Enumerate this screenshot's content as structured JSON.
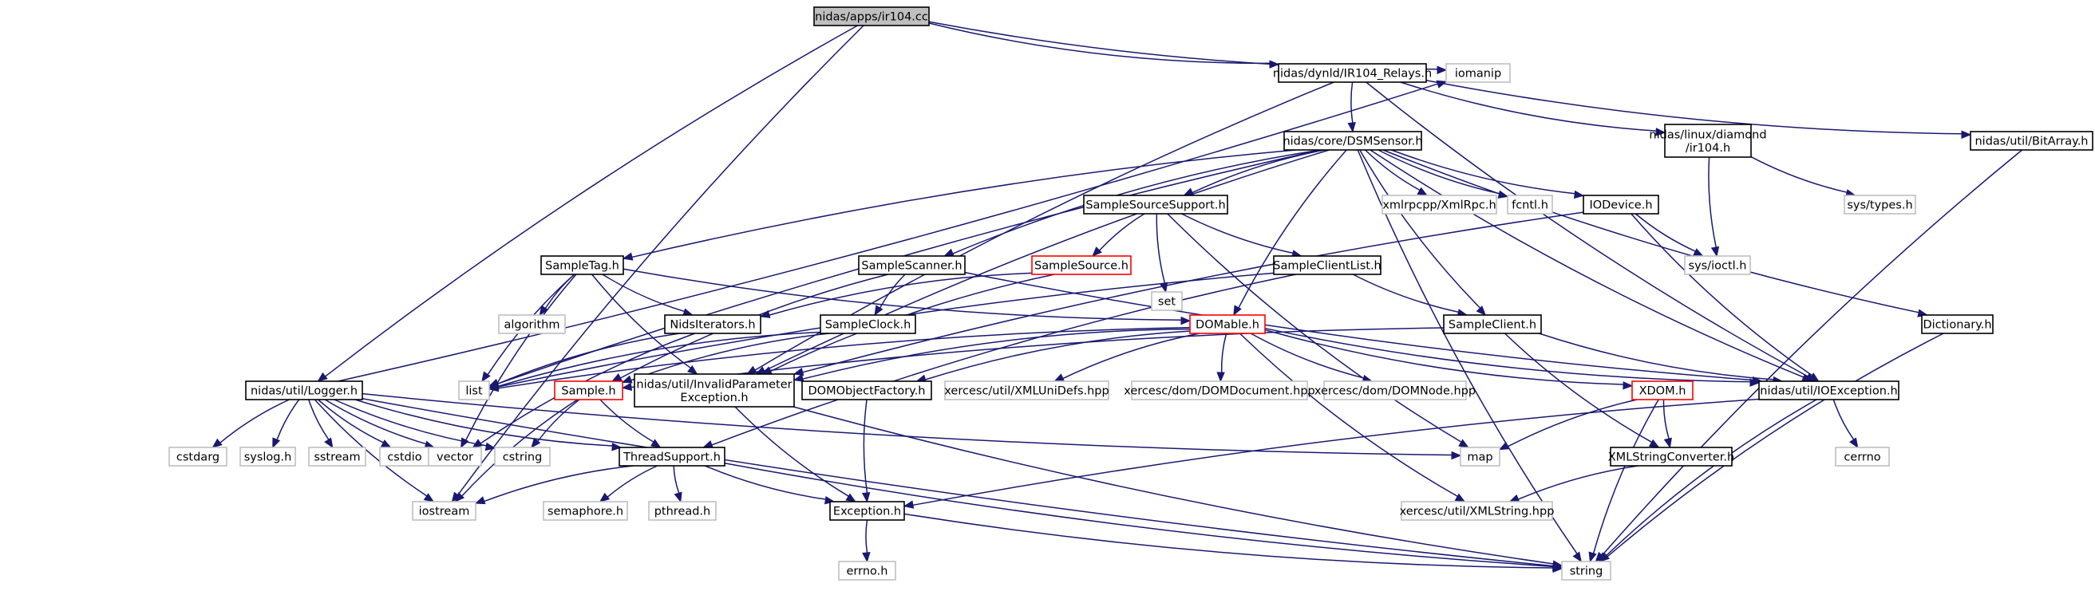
{
  "colors": {
    "edge": "#191970",
    "border_documented": "#000000",
    "border_undocumented": "#bfbfbf",
    "border_truncated": "#ff0000",
    "root_fill": "#bfbfbf"
  },
  "nodes": [
    {
      "id": "ir104_cc",
      "label": "nidas/apps/ir104.cc",
      "style": "root"
    },
    {
      "id": "logger",
      "label": "nidas/util/Logger.h",
      "style": "doc"
    },
    {
      "id": "iostream",
      "label": "iostream",
      "style": "ext"
    },
    {
      "id": "ir104_relays",
      "label": "nidas/dynld/IR104_Relays.h",
      "style": "doc"
    },
    {
      "id": "iomanip",
      "label": "iomanip",
      "style": "ext"
    },
    {
      "id": "dsmsensor",
      "label": "nidas/core/DSMSensor.h",
      "style": "doc"
    },
    {
      "id": "linux_ir104",
      "label": [
        "nidas/linux/diamond",
        "/ir104.h"
      ],
      "style": "doc"
    },
    {
      "id": "bitarray",
      "label": "nidas/util/BitArray.h",
      "style": "doc"
    },
    {
      "id": "ioexception",
      "label": "nidas/util/IOException.h",
      "style": "doc"
    },
    {
      "id": "invalidparam",
      "label": [
        "nidas/util/InvalidParameter",
        "Exception.h"
      ],
      "style": "doc"
    },
    {
      "id": "samplesourcesupport",
      "label": "SampleSourceSupport.h",
      "style": "doc"
    },
    {
      "id": "xmlrpc",
      "label": "xmlrpcpp/XmlRpc.h",
      "style": "ext"
    },
    {
      "id": "fcntl",
      "label": "fcntl.h",
      "style": "ext"
    },
    {
      "id": "iodevice",
      "label": "IODevice.h",
      "style": "doc"
    },
    {
      "id": "systypes",
      "label": "sys/types.h",
      "style": "ext"
    },
    {
      "id": "dictionary",
      "label": "Dictionary.h",
      "style": "doc"
    },
    {
      "id": "sampletag",
      "label": "SampleTag.h",
      "style": "doc"
    },
    {
      "id": "samplescanner",
      "label": "SampleScanner.h",
      "style": "doc"
    },
    {
      "id": "samplesource",
      "label": "SampleSource.h",
      "style": "trunc"
    },
    {
      "id": "set",
      "label": "set",
      "style": "ext"
    },
    {
      "id": "sampleclientlist",
      "label": "SampleClientList.h",
      "style": "doc"
    },
    {
      "id": "sysioctl",
      "label": "sys/ioctl.h",
      "style": "ext"
    },
    {
      "id": "algorithm",
      "label": "algorithm",
      "style": "ext"
    },
    {
      "id": "nidsiterators",
      "label": "NidsIterators.h",
      "style": "doc"
    },
    {
      "id": "sampleclock",
      "label": "SampleClock.h",
      "style": "doc"
    },
    {
      "id": "domable",
      "label": "DOMable.h",
      "style": "trunc"
    },
    {
      "id": "sampleclient",
      "label": "SampleClient.h",
      "style": "doc"
    },
    {
      "id": "list",
      "label": "list",
      "style": "ext"
    },
    {
      "id": "sample",
      "label": "Sample.h",
      "style": "trunc"
    },
    {
      "id": "domobjectfactory",
      "label": "DOMObjectFactory.h",
      "style": "doc"
    },
    {
      "id": "xmlunidefs",
      "label": "xercesc/util/XMLUniDefs.hpp",
      "style": "ext"
    },
    {
      "id": "domdocument",
      "label": "xercesc/dom/DOMDocument.hpp",
      "style": "ext"
    },
    {
      "id": "domnode",
      "label": "xercesc/dom/DOMNode.hpp",
      "style": "ext"
    },
    {
      "id": "xdom",
      "label": "XDOM.h",
      "style": "trunc"
    },
    {
      "id": "cstdarg",
      "label": "cstdarg",
      "style": "ext"
    },
    {
      "id": "syslog",
      "label": "syslog.h",
      "style": "ext"
    },
    {
      "id": "sstream",
      "label": "sstream",
      "style": "ext"
    },
    {
      "id": "cstdio",
      "label": "cstdio",
      "style": "ext"
    },
    {
      "id": "vector",
      "label": "vector",
      "style": "ext"
    },
    {
      "id": "cstring",
      "label": "cstring",
      "style": "ext"
    },
    {
      "id": "threadsupport",
      "label": "ThreadSupport.h",
      "style": "doc"
    },
    {
      "id": "map",
      "label": "map",
      "style": "ext"
    },
    {
      "id": "xmlstringconverter",
      "label": "XMLStringConverter.h",
      "style": "doc"
    },
    {
      "id": "cerrno",
      "label": "cerrno",
      "style": "ext"
    },
    {
      "id": "semaphore",
      "label": "semaphore.h",
      "style": "ext"
    },
    {
      "id": "pthread",
      "label": "pthread.h",
      "style": "ext"
    },
    {
      "id": "exception",
      "label": "Exception.h",
      "style": "doc"
    },
    {
      "id": "xmlstring",
      "label": "xercesc/util/XMLString.hpp",
      "style": "ext"
    },
    {
      "id": "errno",
      "label": "errno.h",
      "style": "ext"
    },
    {
      "id": "string",
      "label": "string",
      "style": "ext"
    }
  ],
  "edges": [
    [
      "ir104_cc",
      "logger"
    ],
    [
      "ir104_cc",
      "iostream"
    ],
    [
      "ir104_cc",
      "ir104_relays"
    ],
    [
      "ir104_cc",
      "iomanip"
    ],
    [
      "ir104_relays",
      "dsmsensor"
    ],
    [
      "ir104_relays",
      "linux_ir104"
    ],
    [
      "ir104_relays",
      "bitarray"
    ],
    [
      "ir104_relays",
      "ioexception"
    ],
    [
      "ir104_relays",
      "invalidparam"
    ],
    [
      "dsmsensor",
      "samplesourcesupport"
    ],
    [
      "dsmsensor",
      "xmlrpc"
    ],
    [
      "dsmsensor",
      "fcntl"
    ],
    [
      "dsmsensor",
      "iodevice"
    ],
    [
      "dsmsensor",
      "dictionary"
    ],
    [
      "dsmsensor",
      "sampletag"
    ],
    [
      "dsmsensor",
      "samplescanner"
    ],
    [
      "dsmsensor",
      "domable"
    ],
    [
      "dsmsensor",
      "sampleclient"
    ],
    [
      "dsmsensor",
      "ioexception"
    ],
    [
      "dsmsensor",
      "invalidparam"
    ],
    [
      "dsmsensor",
      "list"
    ],
    [
      "dsmsensor",
      "string"
    ],
    [
      "linux_ir104",
      "systypes"
    ],
    [
      "linux_ir104",
      "sysioctl"
    ],
    [
      "bitarray",
      "string"
    ],
    [
      "samplesourcesupport",
      "samplesource"
    ],
    [
      "samplesourcesupport",
      "set"
    ],
    [
      "samplesourcesupport",
      "sampleclientlist"
    ],
    [
      "samplesourcesupport",
      "map"
    ],
    [
      "iodevice",
      "sysioctl"
    ],
    [
      "iodevice",
      "ioexception"
    ],
    [
      "iodevice",
      "invalidparam"
    ],
    [
      "dictionary",
      "string"
    ],
    [
      "sampletag",
      "algorithm"
    ],
    [
      "sampletag",
      "nidsiterators"
    ],
    [
      "sampletag",
      "list"
    ],
    [
      "sampletag",
      "vector"
    ],
    [
      "sampletag",
      "domable"
    ],
    [
      "sampletag",
      "invalidparam"
    ],
    [
      "samplescanner",
      "sampleclock"
    ],
    [
      "samplescanner",
      "sample"
    ],
    [
      "samplescanner",
      "ioexception"
    ],
    [
      "samplesource",
      "nidsiterators"
    ],
    [
      "samplesource",
      "invalidparam"
    ],
    [
      "sampleclientlist",
      "sampleclient"
    ],
    [
      "sampleclientlist",
      "list"
    ],
    [
      "sampleclientlist",
      "threadsupport"
    ],
    [
      "nidsiterators",
      "list"
    ],
    [
      "nidsiterators",
      "vector"
    ],
    [
      "sampleclock",
      "sample"
    ],
    [
      "sampleclock",
      "list"
    ],
    [
      "domable",
      "domobjectfactory"
    ],
    [
      "domable",
      "xmlunidefs"
    ],
    [
      "domable",
      "domdocument"
    ],
    [
      "domable",
      "domnode"
    ],
    [
      "domable",
      "xdom"
    ],
    [
      "domable",
      "invalidparam"
    ],
    [
      "domable",
      "xmlstring"
    ],
    [
      "domable",
      "ioexception"
    ],
    [
      "domable",
      "list"
    ],
    [
      "sampleclient",
      "sample"
    ],
    [
      "sampleclient",
      "ioexception"
    ],
    [
      "sampleclient",
      "xmlstringconverter"
    ],
    [
      "logger",
      "cstdarg"
    ],
    [
      "logger",
      "syslog"
    ],
    [
      "logger",
      "sstream"
    ],
    [
      "logger",
      "cstdio"
    ],
    [
      "logger",
      "vector"
    ],
    [
      "logger",
      "cstring"
    ],
    [
      "logger",
      "threadsupport"
    ],
    [
      "logger",
      "iostream"
    ],
    [
      "logger",
      "map"
    ],
    [
      "logger",
      "string"
    ],
    [
      "logger",
      "iomanip"
    ],
    [
      "sample",
      "cstring"
    ],
    [
      "sample",
      "threadsupport"
    ],
    [
      "sample",
      "iostream"
    ],
    [
      "invalidparam",
      "exception"
    ],
    [
      "invalidparam",
      "string"
    ],
    [
      "domobjectfactory",
      "exception"
    ],
    [
      "xdom",
      "xmlstringconverter"
    ],
    [
      "xdom",
      "map"
    ],
    [
      "xdom",
      "string"
    ],
    [
      "ioexception",
      "exception"
    ],
    [
      "ioexception",
      "cerrno"
    ],
    [
      "ioexception",
      "string"
    ],
    [
      "threadsupport",
      "semaphore"
    ],
    [
      "threadsupport",
      "pthread"
    ],
    [
      "threadsupport",
      "exception"
    ],
    [
      "threadsupport",
      "iostream"
    ],
    [
      "threadsupport",
      "string"
    ],
    [
      "xmlstringconverter",
      "xmlstring"
    ],
    [
      "exception",
      "errno"
    ],
    [
      "exception",
      "string"
    ]
  ]
}
